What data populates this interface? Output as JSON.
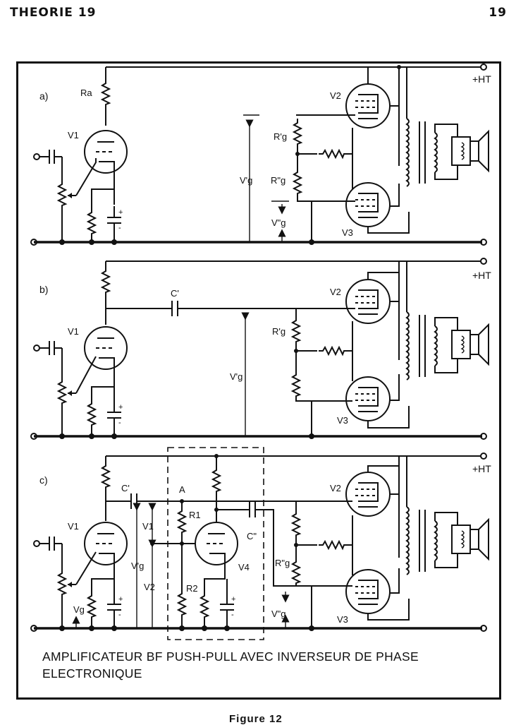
{
  "page": {
    "header_left": "THEORIE 19",
    "header_right": "19",
    "figure_label": "Figure 12"
  },
  "caption": {
    "line1": "AMPLIFICATEUR BF PUSH-PULL AVEC INVERSEUR DE PHASE",
    "line2": "ELECTRONIQUE"
  },
  "circuit_a": {
    "panel_label": "a)",
    "ht_label": "+HT",
    "labels": {
      "ra": "Ra",
      "v1": "V1",
      "v2": "V2",
      "v3": "V3",
      "r_prime_g": "R'g",
      "r_dprime_g": "R\"g",
      "v_prime_g": "V'g",
      "v_dprime_g": "V\"g"
    }
  },
  "circuit_b": {
    "panel_label": "b)",
    "ht_label": "+HT",
    "labels": {
      "c_prime": "C'",
      "v1": "V1",
      "v2": "V2",
      "v3": "V3",
      "r_prime_g": "R'g",
      "v_prime_g": "V'g"
    }
  },
  "circuit_c": {
    "panel_label": "c)",
    "ht_label": "+HT",
    "labels": {
      "c_prime": "C'",
      "c_dprime": "C\"",
      "a": "A",
      "r1": "R1",
      "r2": "R2",
      "v1_voltage": "V1",
      "v2_voltage": "V2",
      "v_prime_g": "V'g",
      "v1": "V1",
      "v4": "V4",
      "v2": "V2",
      "v3": "V3",
      "r_dprime_g": "R\"g",
      "v_dprime_g": "V\"g",
      "vg": "Vg"
    }
  }
}
